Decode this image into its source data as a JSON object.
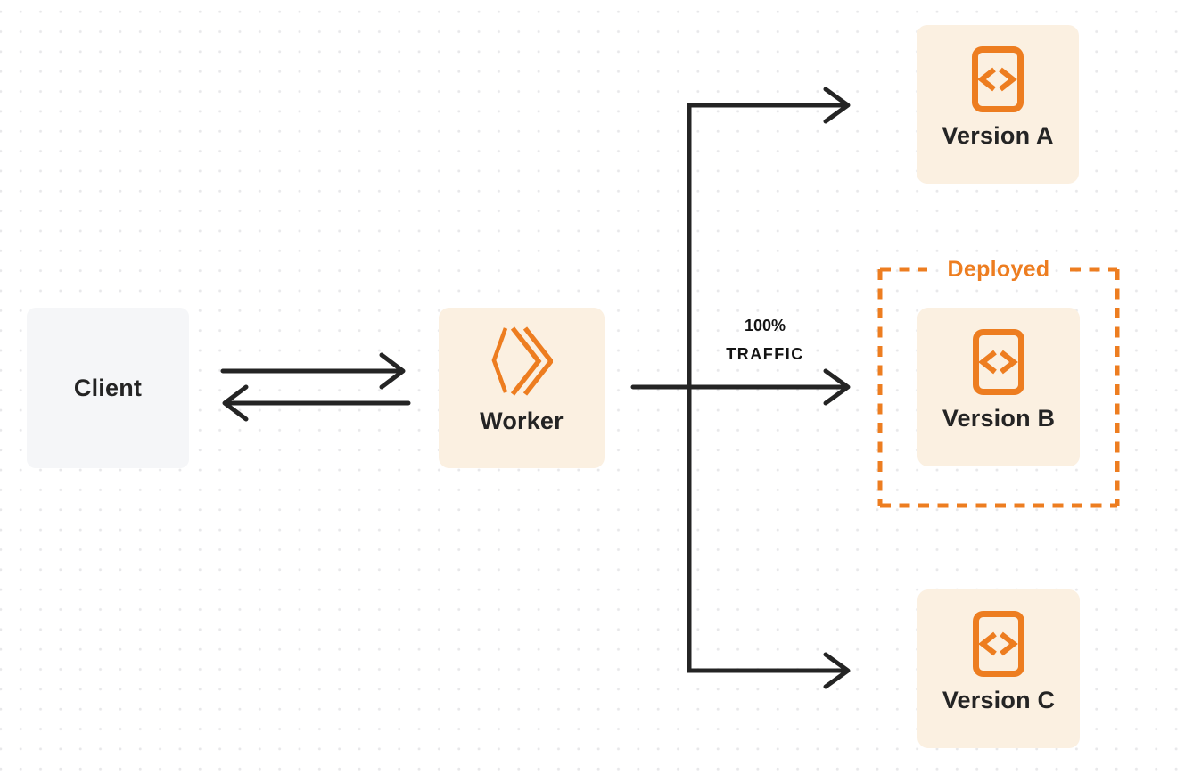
{
  "colors": {
    "orange": "#ed7d20",
    "cream": "#fbf0e1",
    "client_gray": "#f5f6f8",
    "line_dark": "#242424",
    "dot": "#e8e8ea"
  },
  "nodes": {
    "client": {
      "label": "Client"
    },
    "worker": {
      "label": "Worker",
      "icon": "workers-chevron-logo"
    },
    "versions": [
      {
        "label": "Version A",
        "icon": "code-file-icon"
      },
      {
        "label": "Version B",
        "icon": "code-file-icon"
      },
      {
        "label": "Version C",
        "icon": "code-file-icon"
      }
    ]
  },
  "deployed": {
    "label": "Deployed"
  },
  "traffic": {
    "percent": "100%",
    "word": "TRAFFIC"
  }
}
